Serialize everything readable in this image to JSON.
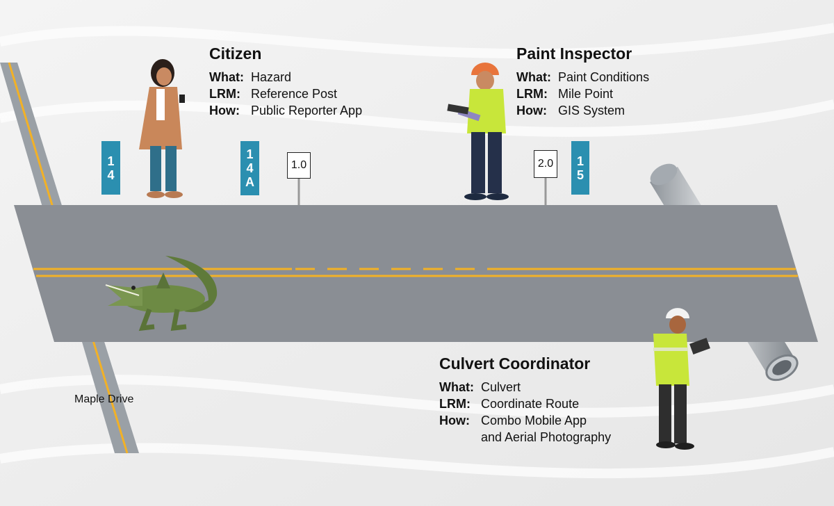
{
  "personas": [
    {
      "title": "Citizen",
      "rows": [
        {
          "key": "What:",
          "val": "Hazard"
        },
        {
          "key": "LRM:",
          "val": "Reference Post"
        },
        {
          "key": "How:",
          "val": "Public Reporter App"
        }
      ]
    },
    {
      "title": "Paint Inspector",
      "rows": [
        {
          "key": "What:",
          "val": "Paint Conditions"
        },
        {
          "key": "LRM:",
          "val": "Mile Point"
        },
        {
          "key": "How:",
          "val": "GIS System"
        }
      ]
    },
    {
      "title": "Culvert Coordinator",
      "rows": [
        {
          "key": "What:",
          "val": "Culvert"
        },
        {
          "key": "LRM:",
          "val": "Coordinate Route"
        },
        {
          "key": "How:",
          "val": "Combo Mobile App"
        },
        {
          "key": "",
          "val": "and Aerial Photography"
        }
      ]
    }
  ],
  "road_label": "Maple Drive",
  "reference_posts": [
    {
      "chars": [
        "1",
        "4"
      ]
    },
    {
      "chars": [
        "1",
        "4",
        "A"
      ]
    },
    {
      "chars": [
        "1",
        "5"
      ]
    }
  ],
  "mile_markers": [
    "1.0",
    "2.0"
  ],
  "colors": {
    "road": "#8a8e94",
    "centerline": "#f2b126",
    "post": "#2b8fb0",
    "vest": "#c8e63a"
  }
}
